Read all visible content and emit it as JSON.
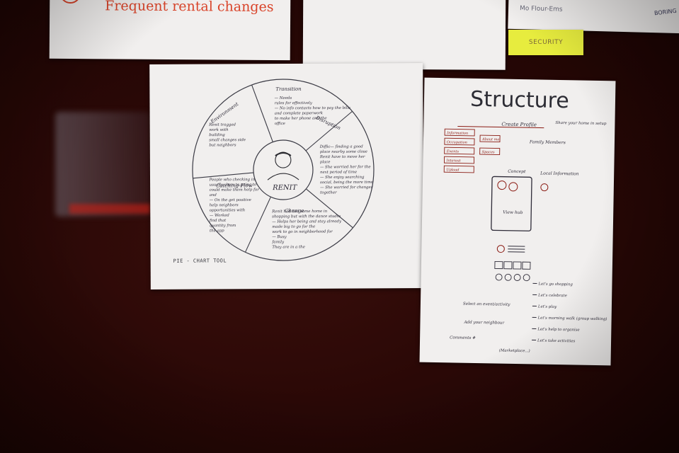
{
  "papers": {
    "top_left": {
      "title": "Frequent rental changes"
    },
    "top_right": {
      "line1": "Mo Flour-Ems",
      "tag": "BORING"
    }
  },
  "sticky_note": {
    "label": "SECURITY"
  },
  "pie_sheet": {
    "center_label": "RENIT",
    "footer": "PIE - CHART TOOL",
    "segments": [
      {
        "heading": "Transition",
        "text": [
          "— Needs",
          "rules for effectively",
          "— No info contacts how to pay the bills",
          "and complete paperwork",
          "to make her phone and the",
          "office"
        ]
      },
      {
        "heading": "Disruption",
        "text": [
          "Diffic— finding a good",
          "place nearby some close",
          "Renit have to move her",
          "place",
          "— She worried her for the",
          "next period of time",
          "— She enjoy searching",
          "social, being the more time",
          "— She worried for changes",
          "together"
        ]
      },
      {
        "heading": "Change",
        "text": [
          "Renit had had some home in",
          "shopping but with the dance studio",
          "— Helps her being and stay already",
          "made big to go for the",
          "work to go in neighborhood for",
          "— Busy",
          "family",
          "They are in a the"
        ]
      },
      {
        "heading": "Catching-Flow",
        "text": [
          "People who checking in",
          "usually show to going to",
          "could make them help for",
          "and",
          "— On the get positive",
          "help neighbors",
          "opportunities with",
          "— Worked",
          "find that",
          "quantity from",
          "the app"
        ]
      },
      {
        "heading": "Environment",
        "text": [
          "Renit tragged",
          "work with",
          "building",
          "small changes side",
          "but neighbors"
        ]
      }
    ]
  },
  "structure_sheet": {
    "title": "Structure",
    "top_section": {
      "center": "Create Profile",
      "right_note": "Share your home in setup",
      "left_boxes": [
        "Information",
        "Occupation",
        "Events",
        "Interest",
        "Upload"
      ],
      "mid_boxes": [
        "About me",
        "Spaces"
      ],
      "family": "Family Members"
    },
    "phone": {
      "caption": "Concept",
      "screen_label": "View hub",
      "side_note": "Local Information"
    },
    "list_items": [
      "Let's go shopping",
      "Let's celebrate",
      "Let's play",
      "Let's morning walk (group walking)",
      "Let's help to organise",
      "Let's take activities"
    ],
    "left_notes": [
      "Select an event/activity",
      "Add your neighbour",
      "Comments #"
    ],
    "bottom_note": "(Marketplace...)"
  }
}
